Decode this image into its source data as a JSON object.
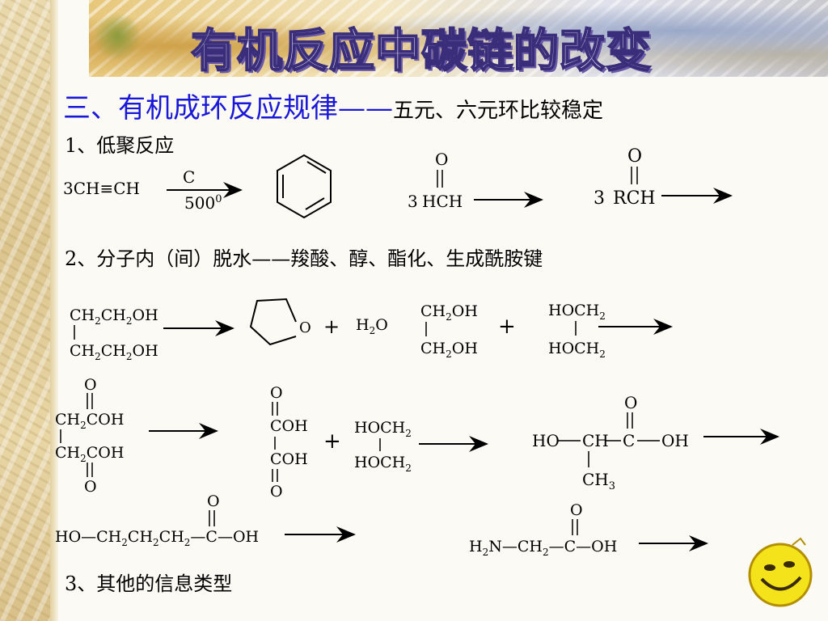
{
  "slide": {
    "title": "有机反应中碳链的改变",
    "heading": {
      "main": "三、有机成环反应规律",
      "dash": "——",
      "note": "五元、六元环比较稳定"
    },
    "section1": "1、低聚反应",
    "section2": "2、分子内（间）脱水——羧酸、醇、酯化、生成酰胺键",
    "section3": "3、其他的信息类型"
  },
  "reactions": {
    "acetylene": {
      "reactant": "3CH≡CH",
      "catalyst": "C",
      "temperature": "500",
      "degree": "0",
      "product": "benzene"
    },
    "formaldehyde": {
      "coef": "3",
      "group": "HCH",
      "oxygen": "O"
    },
    "aldehyde": {
      "coef": "3",
      "group": "RCH",
      "oxygen": "O"
    },
    "butanediol": {
      "top": "CH2CH2OH",
      "bottom": "CH2CH2OH",
      "product_ring_atom": "O",
      "plus": "+",
      "water": "H2O"
    },
    "ethylene_glycol_pair": {
      "left_top": "CH2OH",
      "left_bottom": "CH2OH",
      "plus": "+",
      "right_top": "HOCH2",
      "right_bottom": "HOCH2"
    },
    "succinic_acid": {
      "oxygen": "O",
      "top": "CH2COH",
      "bottom": "CH2COH"
    },
    "oxalic_acid_glycol": {
      "oxygen": "O",
      "top": "COH",
      "bottom": "COH",
      "plus": "+",
      "glycol_top": "HOCH2",
      "glycol_bottom": "HOCH2"
    },
    "lactic_acid": {
      "ho": "HO",
      "ch": "CH",
      "c": "C",
      "oh": "OH",
      "methyl": "CH3",
      "oxygen": "O"
    },
    "hydroxybutanoic": {
      "chain": "HO—CH2CH2CH2—C—OH",
      "oxygen": "O"
    },
    "glycine": {
      "chain": "H2N—CH2—C—OH",
      "oxygen": "O"
    }
  }
}
